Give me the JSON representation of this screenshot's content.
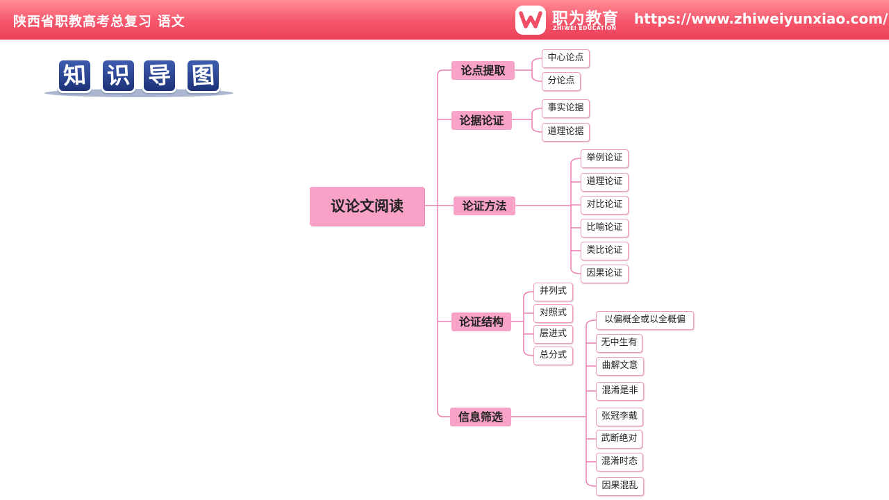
{
  "header": {
    "title": "陕西省职教高考总复习 语文",
    "logo_name": "职为教育",
    "logo_sub": "ZHIWEI EDUCATION",
    "url": "https://www.zhiweiyunxiao.com/"
  },
  "badge": {
    "chars": [
      "知",
      "识",
      "导",
      "图"
    ]
  },
  "mindmap": {
    "root": "议论文阅读",
    "branches": [
      {
        "label": "论点提取",
        "children": [
          "中心论点",
          "分论点"
        ]
      },
      {
        "label": "论据论证",
        "children": [
          "事实论据",
          "道理论据"
        ]
      },
      {
        "label": "论证方法",
        "children": [
          "举例论证",
          "道理论证",
          "对比论证",
          "比喻论证",
          "类比论证",
          "因果论证"
        ]
      },
      {
        "label": "论证结构",
        "children": [
          "并列式",
          "对照式",
          "层进式",
          "总分式"
        ]
      },
      {
        "label": "信息筛选",
        "children": [
          "以偏概全或以全概偏",
          "无中生有",
          "曲解文意",
          "混淆是非",
          "张冠李戴",
          "武断绝对",
          "混淆时态",
          "因果混乱"
        ]
      }
    ]
  },
  "colors": {
    "header": "#f5566b",
    "node_fill": "#f7a2c6",
    "connector": "#ea7fb0",
    "leaf_border": "#f09ac0",
    "badge": "#1c3277"
  }
}
